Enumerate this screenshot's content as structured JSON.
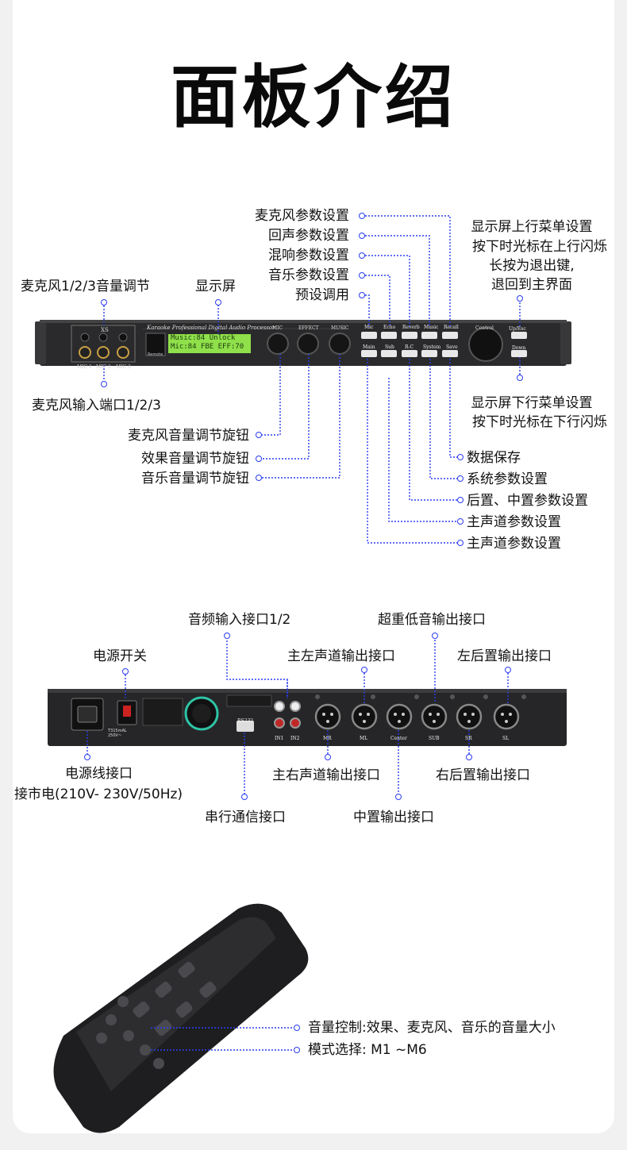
{
  "title": "面板介绍",
  "front_panel": {
    "labels": {
      "mic_param": "麦克风参数设置",
      "echo_param": "回声参数设置",
      "reverb_param": "混响参数设置",
      "music_param": "音乐参数设置",
      "preset_recall": "预设调用",
      "up_key": [
        "显示屏上行菜单设置",
        "按下时光标在上行闪烁",
        "长按为退出键,",
        "退回到主界面"
      ],
      "down_key": [
        "显示屏下行菜单设置",
        "按下时光标在下行闪烁"
      ],
      "mic_volume_123": "麦克风1/2/3音量调节",
      "display": "显示屏",
      "mic_input_123": "麦克风输入端口1/2/3",
      "mic_knob": "麦克风音量调节旋钮",
      "effect_knob": "效果音量调节旋钮",
      "music_knob": "音乐音量调节旋钮",
      "save": "数据保存",
      "system_param": "系统参数设置",
      "rear_center_param": "后置、中置参数设置",
      "main_channel_1": "主声道参数设置",
      "main_channel_2": "主声道参数设置"
    },
    "device": {
      "brand_text": "Karaoke Professional Digital Audio Processor",
      "xs_label": "XS",
      "mic_jacks": [
        "MIC 1",
        "MIC 2",
        "MIC 3"
      ],
      "remote_label": "Remote",
      "lcd_line1": "Music:84    Unlock",
      "lcd_line2": "Mic:84   FBE  EFF:70",
      "knobs": [
        "MIC",
        "EFFECT",
        "MUSIC"
      ],
      "buttons_top": [
        "Mic",
        "Echo",
        "Reverb",
        "Music",
        "Recall"
      ],
      "buttons_bottom": [
        "Main",
        "Sub",
        "R-C",
        "System",
        "Save"
      ],
      "control_label": "Control",
      "up_label": "Up/Esc",
      "down_label": "Down"
    }
  },
  "rear_panel": {
    "labels": {
      "audio_in": "音频输入接口1/2",
      "sub_out": "超重低音输出接口",
      "power_switch": "电源开关",
      "main_left_out": "主左声道输出接口",
      "rear_left_out": "左后置输出接口",
      "power_cord": "电源线接口",
      "mains": "接市电(210V- 230V/50Hz)",
      "main_right_out": "主右声道输出接口",
      "rear_right_out": "右后置输出接口",
      "serial": "串行通信接口",
      "center_out": "中置输出接口"
    },
    "device": {
      "rs232": "RS232",
      "in_labels": [
        "IN1",
        "IN2"
      ],
      "xlr_labels": [
        "MR",
        "ML",
        "Center",
        "SUB",
        "SR",
        "SL"
      ],
      "fuse": "T315mAL 250V~"
    }
  },
  "remote": {
    "labels": {
      "volume_control": "音量控制:效果、麦克风、音乐的音量大小",
      "mode_select": "模式选择: M1 ~M6"
    }
  },
  "colors": {
    "accent_line": "#2a3df0",
    "panel": "#262628",
    "lcd": "#8fe04a"
  }
}
